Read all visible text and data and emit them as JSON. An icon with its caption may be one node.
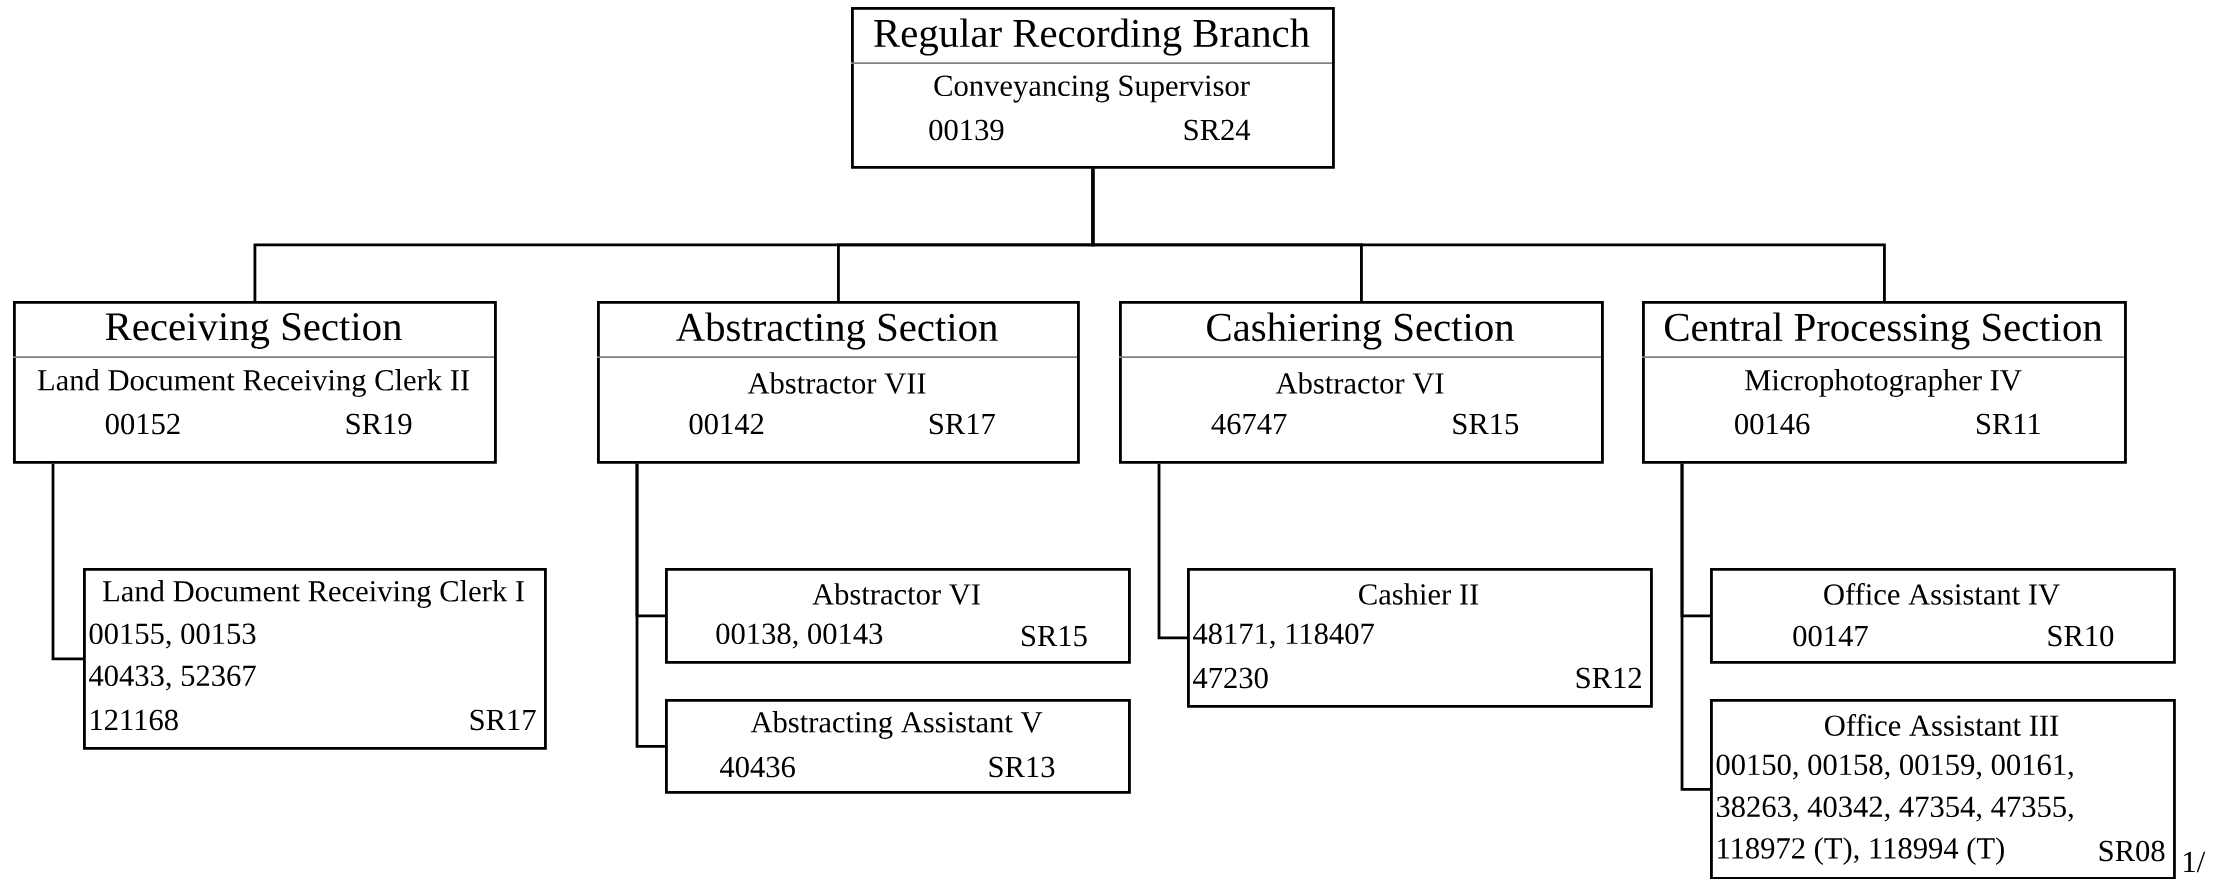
{
  "diagram": {
    "nodes": [
      {
        "text": [
          "Regular Recording Branch",
          "Conveyancing Supervisor",
          "00139",
          "SR24"
        ]
      },
      {
        "text": [
          "Receiving Section",
          "Land Document Receiving Clerk II",
          "00152",
          "SR19"
        ]
      },
      {
        "text": [
          "Abstracting Section",
          "Abstractor VII",
          "00142",
          "SR17"
        ]
      },
      {
        "text": [
          "Cashiering Section",
          "Abstractor VI",
          "46747",
          "SR15"
        ]
      },
      {
        "text": [
          "Central Processing Section",
          "Microphotographer IV",
          "00146",
          "SR11"
        ]
      },
      {
        "text": [
          "Land Document Receiving Clerk I",
          "00155, 00153",
          "40433, 52367",
          "121168",
          "SR17"
        ]
      },
      {
        "text": [
          "Abstractor VI",
          "00138, 00143",
          "SR15"
        ]
      },
      {
        "text": [
          "Abstracting Assistant V",
          "40436",
          "SR13"
        ]
      },
      {
        "text": [
          "Cashier II",
          "48171, 118407",
          "47230",
          "SR12"
        ]
      },
      {
        "text": [
          "Office Assistant IV",
          "00147",
          "SR10"
        ]
      },
      {
        "text": [
          "Office Assistant III",
          "00150, 00158, 00159, 00161,",
          "38263, 40342, 47354, 47355,",
          "118972 (T), 118994 (T)",
          "SR08"
        ]
      }
    ],
    "edges": [
      {
        "from": 0,
        "to": 1,
        "arrow": "none"
      },
      {
        "from": 0,
        "to": 2,
        "arrow": "none"
      },
      {
        "from": 0,
        "to": 3,
        "arrow": "none"
      },
      {
        "from": 0,
        "to": 4,
        "arrow": "none"
      },
      {
        "from": 1,
        "to": 5,
        "arrow": "none"
      },
      {
        "from": 2,
        "to": 6,
        "arrow": "none"
      },
      {
        "from": 2,
        "to": 7,
        "arrow": "none"
      },
      {
        "from": 3,
        "to": 8,
        "arrow": "none"
      },
      {
        "from": 4,
        "to": 9,
        "arrow": "none"
      },
      {
        "from": 4,
        "to": 10,
        "arrow": "none"
      }
    ],
    "labels": [
      "1/"
    ]
  }
}
